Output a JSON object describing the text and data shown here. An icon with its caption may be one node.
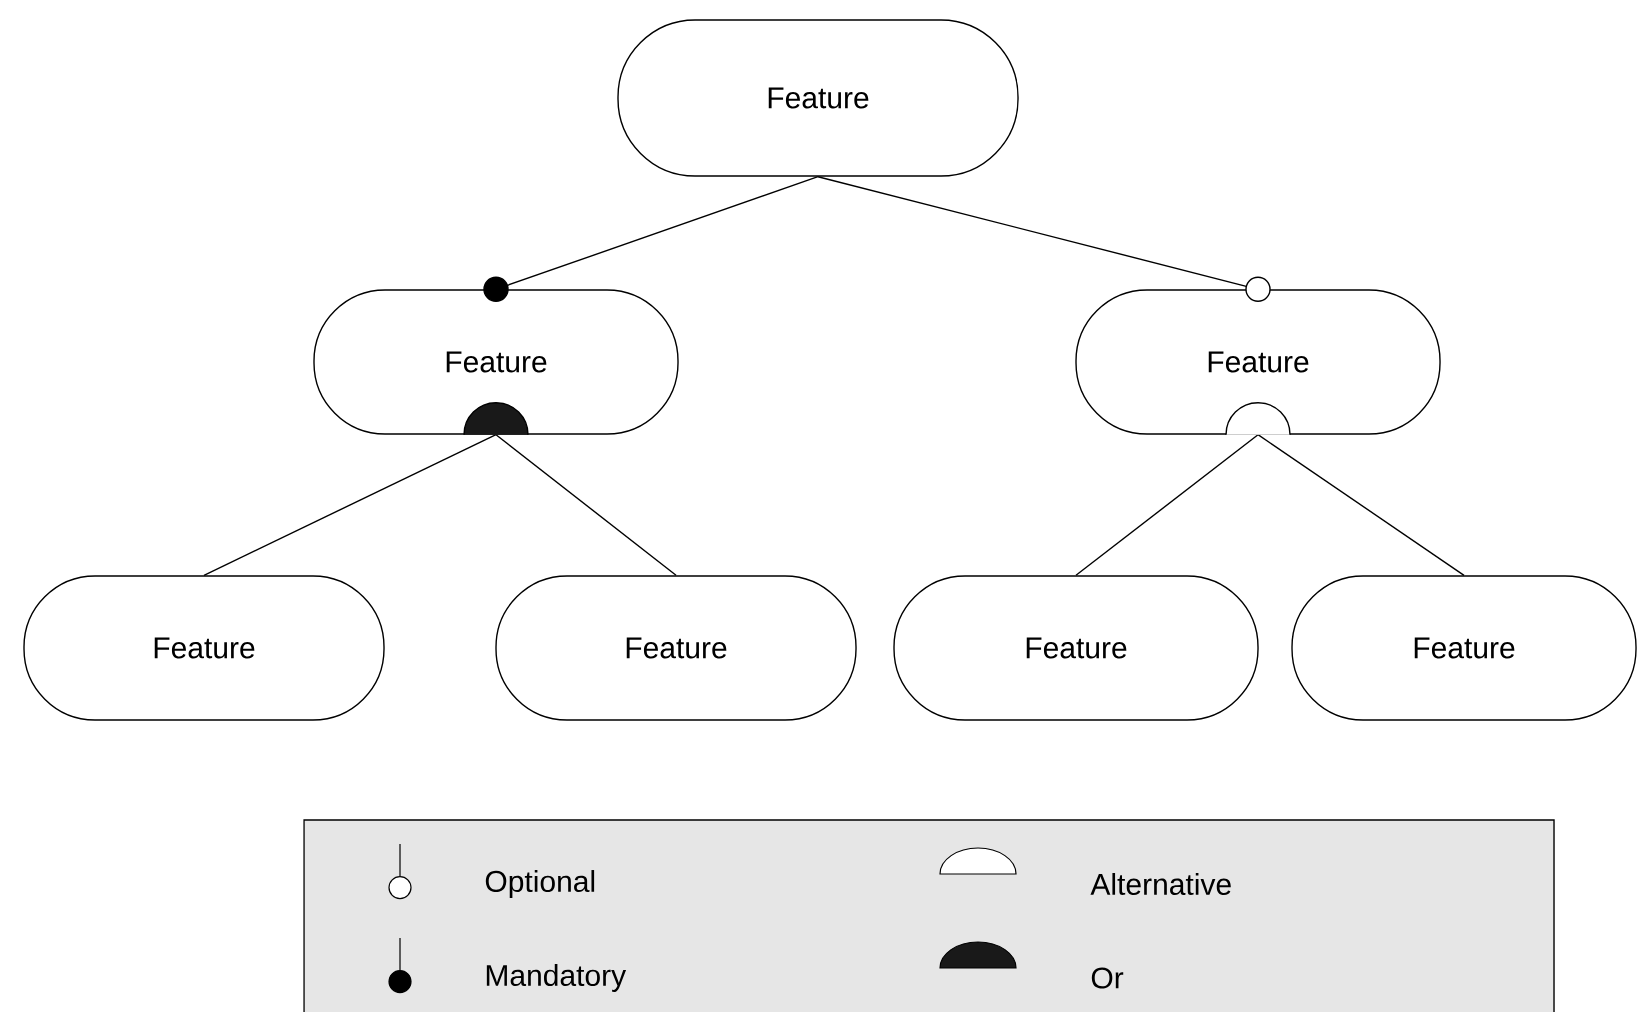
{
  "diagram": {
    "nodes": [
      {
        "text": [
          "Feature"
        ]
      },
      {
        "text": [
          "Feature"
        ]
      },
      {
        "text": [
          "Feature"
        ]
      },
      {
        "text": [
          "Feature"
        ]
      },
      {
        "text": [
          "Feature"
        ]
      },
      {
        "text": [
          "Feature"
        ]
      },
      {
        "text": [
          "Feature"
        ]
      }
    ],
    "edges": [
      {
        "from": 0,
        "to": 1,
        "arrow": "other"
      },
      {
        "from": 0,
        "to": 2,
        "arrow": "other"
      },
      {
        "from": 1,
        "to": 3,
        "arrow": "none"
      },
      {
        "from": 1,
        "to": 4,
        "arrow": "none"
      },
      {
        "from": 2,
        "to": 5,
        "arrow": "none"
      },
      {
        "from": 2,
        "to": 6,
        "arrow": "none"
      }
    ],
    "legend": [
      {
        "text": "Optional"
      },
      {
        "text": "Mandatory"
      },
      {
        "text": "Alternative"
      },
      {
        "text": "Or"
      }
    ]
  }
}
